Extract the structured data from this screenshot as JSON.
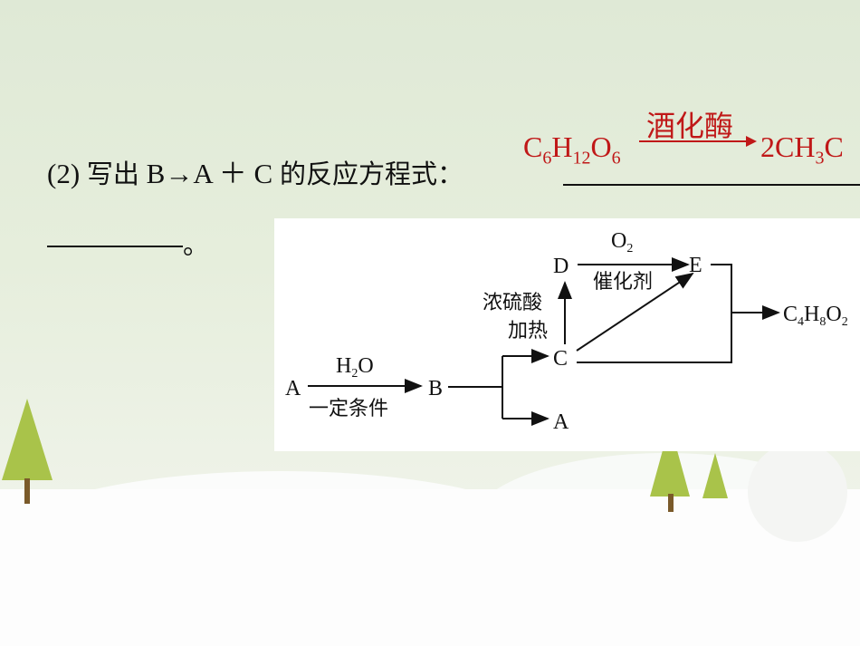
{
  "question": {
    "prefix": "(2) ",
    "write_label": "写出",
    "reaction": " B→A ＋ C ",
    "suffix": "的反应方程式：",
    "period": "。"
  },
  "answer": {
    "reactant": [
      "C",
      "6",
      "H",
      "12",
      "O",
      "6"
    ],
    "condition": "酒化酶",
    "product": [
      "2CH",
      "3",
      "C"
    ],
    "color": "#c01818"
  },
  "diagram": {
    "A": "A",
    "B": "B",
    "C": "C",
    "D": "D",
    "E": "E",
    "A2": "A",
    "water": [
      "H",
      "2",
      "O"
    ],
    "cond_ab": "一定条件",
    "cond_cd_1": "浓硫酸",
    "cond_cd_2": "加热",
    "oxygen": [
      "O",
      "2"
    ],
    "catalyst": "催化剂",
    "product": [
      "C",
      "4",
      "H",
      "8",
      "O",
      "2"
    ]
  }
}
